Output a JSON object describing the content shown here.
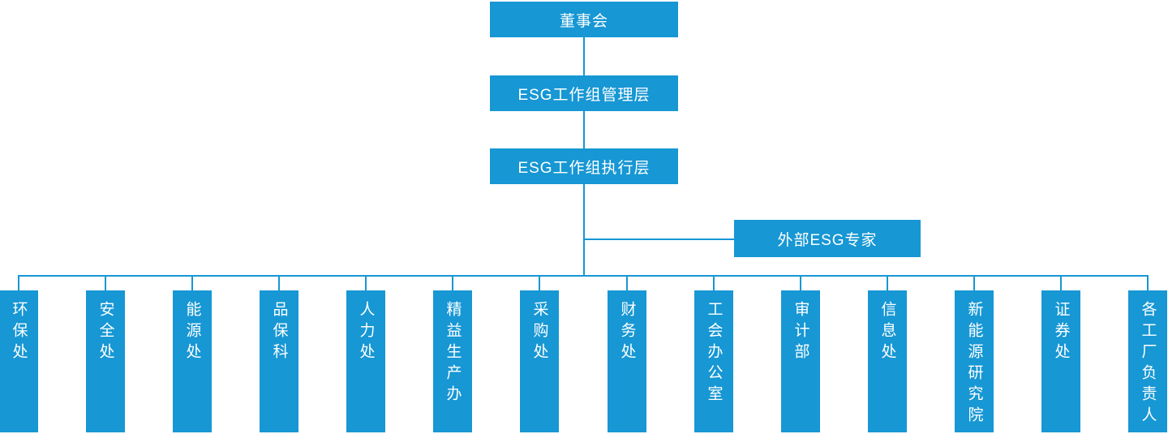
{
  "colors": {
    "box": "#1797d4",
    "connector": "#1797d4",
    "text": "#ffffff"
  },
  "org_chart": {
    "root": "董事会",
    "management": "ESG工作组管理层",
    "execution": "ESG工作组执行层",
    "external": "外部ESG专家",
    "departments": [
      "环保处",
      "安全处",
      "能源处",
      "品保科",
      "人力处",
      "精益生产办",
      "采购处",
      "财务处",
      "工会办公室",
      "审计部",
      "信息处",
      "新能源研究院",
      "证券处",
      "各工厂负责人"
    ]
  }
}
